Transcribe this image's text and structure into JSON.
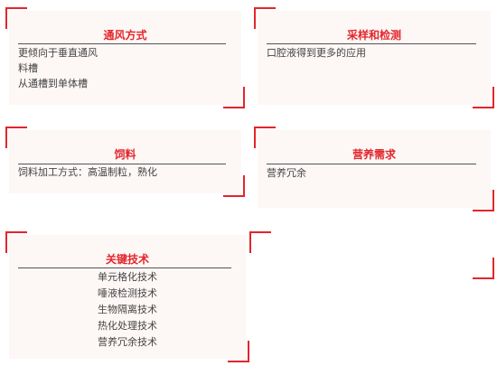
{
  "cards": [
    {
      "title": "通风方式",
      "lines": [
        "更倾向于垂直通风",
        "料槽",
        "从通槽到单体槽"
      ]
    },
    {
      "title": "采样和检测",
      "lines": [
        "口腔液得到更多的应用"
      ]
    },
    {
      "title": "饲料",
      "lines": [
        "饲料加工方式：高温制粒，熟化"
      ]
    },
    {
      "title": "营养需求",
      "lines": [
        "营养冗余"
      ]
    },
    {
      "title": "关键技术",
      "lines": [
        "单元格化技术",
        "唾液检测技术",
        "生物隔离技术",
        "热化处理技术",
        "营养冗余技术"
      ]
    }
  ]
}
